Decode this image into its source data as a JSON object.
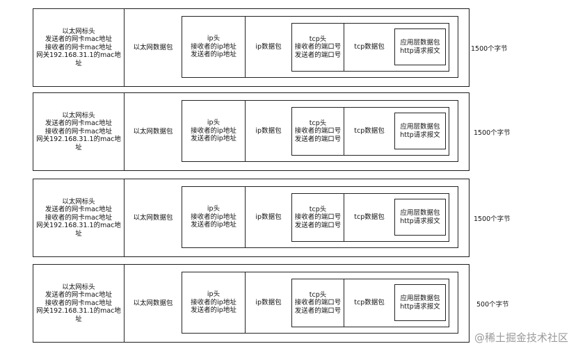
{
  "packets": [
    {
      "ethernet_header": [
        "以太网标头",
        "发送者的网卡mac地址",
        "接收者的网卡mac地址",
        "网关192.168.31.1的mac地",
        "址"
      ],
      "ethernet_packet": "以太网数据包",
      "ip_header": [
        "ip头",
        "接收者的ip地址",
        "发送者的ip地址"
      ],
      "ip_packet": "ip数据包",
      "tcp_header": [
        "tcp头",
        "接收者的端口号",
        "发送者的端口号"
      ],
      "tcp_packet": "tcp数据包",
      "app_packet": [
        "应用层数据包",
        "http请求报文"
      ],
      "size": "1500个字节"
    },
    {
      "ethernet_header": [
        "以太网标头",
        "发送者的网卡mac地址",
        "接收者的网卡mac地址",
        "网关192.168.31.1的mac地",
        "址"
      ],
      "ethernet_packet": "以太网数据包",
      "ip_header": [
        "ip头",
        "接收者的ip地址",
        "发送者的ip地址"
      ],
      "ip_packet": "ip数据包",
      "tcp_header": [
        "tcp头",
        "接收者的端口号",
        "发送者的端口号"
      ],
      "tcp_packet": "tcp数据包",
      "app_packet": [
        "应用层数据包",
        "http请求报文"
      ],
      "size": "1500个字节"
    },
    {
      "ethernet_header": [
        "以太网标头",
        "发送者的网卡mac地址",
        "接收者的网卡mac地址",
        "网关192.168.31.1的mac地",
        "址"
      ],
      "ethernet_packet": "以太网数据包",
      "ip_header": [
        "ip头",
        "接收者的ip地址",
        "发送者的ip地址"
      ],
      "ip_packet": "ip数据包",
      "tcp_header": [
        "tcp头",
        "接收者的端口号",
        "发送者的端口号"
      ],
      "tcp_packet": "tcp数据包",
      "app_packet": [
        "应用层数据包",
        "http请求报文"
      ],
      "size": "1500个字节"
    },
    {
      "ethernet_header": [
        "以太网标头",
        "发送者的网卡mac地址",
        "接收者的网卡mac地址",
        "网关192.168.31.1的mac地",
        "址"
      ],
      "ethernet_packet": "以太网数据包",
      "ip_header": [
        "ip头",
        "接收者的ip地址",
        "发送者的ip地址"
      ],
      "ip_packet": "ip数据包",
      "tcp_header": [
        "tcp头",
        "接收者的端口号",
        "发送者的端口号"
      ],
      "tcp_packet": "tcp数据包",
      "app_packet": [
        "应用层数据包",
        "http请求报文"
      ],
      "size": "500个字节"
    }
  ],
  "watermark": "@稀土掘金技术社区"
}
